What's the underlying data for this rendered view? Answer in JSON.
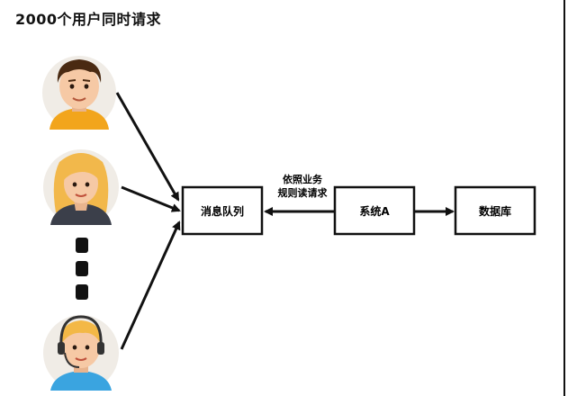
{
  "title": "2000个用户同时请求",
  "nodes": {
    "queue": "消息队列",
    "system_a": "系统A",
    "database": "数据库"
  },
  "edges": {
    "system_to_queue_label_line1": "依照业务",
    "system_to_queue_label_line2": "规则读请求"
  },
  "users": [
    {
      "icon": "man-avatar-icon"
    },
    {
      "icon": "woman-avatar-icon"
    },
    {
      "icon": "headset-agent-avatar-icon"
    }
  ],
  "ellipsis_icon": "vertical-ellipsis-icon",
  "colors": {
    "stroke": "#111111",
    "man_shirt": "#f2a51c",
    "man_hair": "#4a2a12",
    "woman_hair": "#f2b84b",
    "woman_shirt": "#3b3f4a",
    "agent_hair": "#f3b846",
    "agent_shirt": "#3aa4e0",
    "skin": "#f6c9a5",
    "avatar_bg": "#f0ece6"
  }
}
